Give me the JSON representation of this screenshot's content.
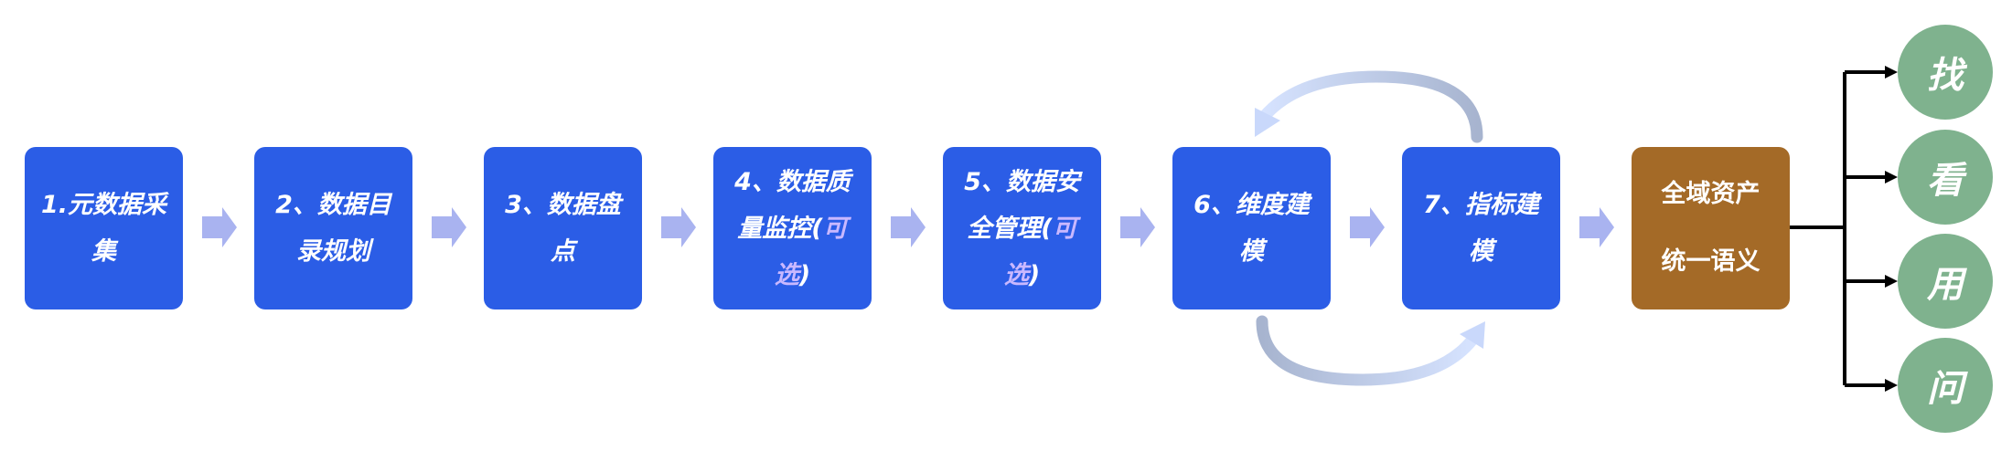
{
  "steps": [
    {
      "lines": [
        "1.元数据采",
        "集"
      ]
    },
    {
      "lines": [
        "2、数据目",
        "录规划"
      ]
    },
    {
      "lines": [
        "3、数据盘",
        "点"
      ]
    },
    {
      "line1": "4、数据质",
      "line2_main": "量监控(",
      "line2_opt": "可",
      "line3_opt": "选",
      "line3_end": ")"
    },
    {
      "line1": "5、数据安",
      "line2_main": "全管理(",
      "line2_opt": "可",
      "line3_opt": "选",
      "line3_end": ")"
    },
    {
      "lines": [
        "6、维度建",
        "模"
      ]
    },
    {
      "lines": [
        "7、指标建",
        "模"
      ]
    }
  ],
  "unify": {
    "line1": "全域资产",
    "line2": "统一语义"
  },
  "outputs": [
    "找",
    "看",
    "用",
    "问"
  ],
  "colors": {
    "step_fill": "#2b5de6",
    "unify_fill": "#a46a27",
    "output_fill": "#7fb28e",
    "arrow": "#a9b3f0",
    "optional_text": "#c9b8ff"
  }
}
